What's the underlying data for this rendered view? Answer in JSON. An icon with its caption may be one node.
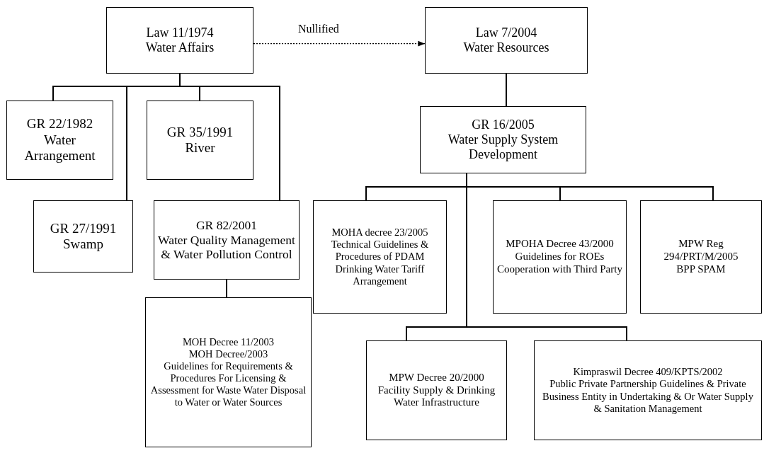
{
  "diagram": {
    "nodes": [
      {
        "text": [
          "Law 11/1974",
          "Water Affairs"
        ]
      },
      {
        "text": [
          "Law 7/2004",
          "Water Resources"
        ]
      },
      {
        "text": [
          "GR 22/1982",
          "Water Arrangement"
        ]
      },
      {
        "text": [
          "GR 35/1991",
          "River"
        ]
      },
      {
        "text": [
          "GR 16/2005",
          "Water Supply System Development"
        ]
      },
      {
        "text": [
          "GR 27/1991",
          "Swamp"
        ]
      },
      {
        "text": [
          "GR 82/2001",
          "Water Quality Management & Water Pollution Control"
        ]
      },
      {
        "text": [
          "MOHA decree 23/2005",
          "Technical Guidelines & Procedures of PDAM Drinking Water Tariff Arrangement"
        ]
      },
      {
        "text": [
          "MPOHA Decree 43/2000",
          "Guidelines for ROEs Cooperation with Third Party"
        ]
      },
      {
        "text": [
          "MPW Reg 294/PRT/M/2005",
          "BPP SPAM"
        ]
      },
      {
        "text": [
          "MOH Decree 11/2003",
          "MOH Decree/2003",
          "Guidelines for Requirements & Procedures For Licensing & Assessment for Waste Water Disposal to Water or Water Sources"
        ]
      },
      {
        "text": [
          "MPW Decree 20/2000",
          "Facility Supply & Drinking Water Infrastructure"
        ]
      },
      {
        "text": [
          "Kimpraswil Decree 409/KPTS/2002",
          "Public Private Partnership Guidelines & Private Business Entity in Undertaking & Or Water Supply & Sanitation Management"
        ]
      }
    ],
    "edges": [
      {
        "from": 0,
        "to": 1,
        "arrow": "to",
        "label": "Nullified",
        "style": "dashed"
      },
      {
        "from": 0,
        "to": 2,
        "arrow": "none"
      },
      {
        "from": 0,
        "to": 5,
        "arrow": "none"
      },
      {
        "from": 0,
        "to": 3,
        "arrow": "none"
      },
      {
        "from": 0,
        "to": 6,
        "arrow": "none"
      },
      {
        "from": 6,
        "to": 10,
        "arrow": "none"
      },
      {
        "from": 1,
        "to": 4,
        "arrow": "none"
      },
      {
        "from": 4,
        "to": 7,
        "arrow": "none"
      },
      {
        "from": 4,
        "to": 8,
        "arrow": "none"
      },
      {
        "from": 4,
        "to": 9,
        "arrow": "none"
      },
      {
        "from": 4,
        "to": 11,
        "arrow": "none"
      },
      {
        "from": 4,
        "to": 12,
        "arrow": "none"
      }
    ]
  }
}
